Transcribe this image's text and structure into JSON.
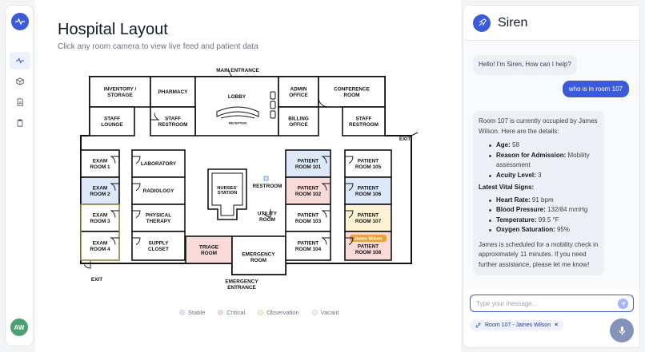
{
  "sidebar": {
    "avatar_initials": "AW",
    "items": [
      "activity-icon",
      "box-icon",
      "document-icon",
      "clipboard-icon"
    ]
  },
  "page": {
    "title": "Hospital Layout",
    "subtitle": "Click any room camera to view live feed and patient data"
  },
  "floorplan": {
    "main_entrance": "MAIN ENTRANCE",
    "emergency_entrance": [
      "EMERGENCY",
      "ENTRANCE"
    ],
    "exit_right": "EXIT",
    "exit_left": "EXIT",
    "rooms": {
      "inventory": [
        "INVENTORY /",
        "STORAGE"
      ],
      "pharmacy": "PHARMACY",
      "lobby": "LOBBY",
      "reception": "RECEPTION",
      "admin": [
        "ADMIN",
        "OFFICE"
      ],
      "conference": [
        "CONFERENCE",
        "ROOM"
      ],
      "staff_lounge": [
        "STAFF",
        "LOUNGE"
      ],
      "staff_restroom_1": [
        "STAFF",
        "RESTROOM"
      ],
      "billing": [
        "BILLING",
        "OFFICE"
      ],
      "staff_restroom_2": [
        "STAFF",
        "RESTROOM"
      ],
      "exam1": [
        "EXAM",
        "ROOM 1"
      ],
      "exam2": [
        "EXAM",
        "ROOM 2"
      ],
      "exam3": [
        "EXAM",
        "ROOM 3"
      ],
      "exam4": [
        "EXAM",
        "ROOM 4"
      ],
      "laboratory": "LABORATORY",
      "radiology": "RADIOLOGY",
      "physical_therapy": [
        "PHYSICAL",
        "THERAPY"
      ],
      "supply": [
        "SUPPLY",
        "CLOSET"
      ],
      "nurses": [
        "NURSES'",
        "STATION"
      ],
      "restroom": "RESTROOM",
      "utility": [
        "UTILITY",
        "ROOM"
      ],
      "triage": [
        "TRIAGE",
        "ROOM"
      ],
      "emergency": [
        "EMERGENCY",
        "ROOM"
      ],
      "p101": [
        "PATIENT",
        "ROOM 101"
      ],
      "p102": [
        "PATIENT",
        "ROOM 102"
      ],
      "p103": [
        "PATIENT",
        "ROOM 103"
      ],
      "p104": [
        "PATIENT",
        "ROOM 104"
      ],
      "p105": [
        "PATIENT",
        "ROOM 105"
      ],
      "p106": [
        "PATIENT",
        "ROOM 106"
      ],
      "p107": [
        "PATIENT",
        "ROOM 107"
      ],
      "p108": [
        "PATIENT",
        "ROOM 108"
      ]
    },
    "patient_tag": "James Wilson"
  },
  "legend": [
    {
      "label": "Stable",
      "color": "#dbeafe"
    },
    {
      "label": "Critical",
      "color": "#fbd5d5"
    },
    {
      "label": "Observation",
      "color": "#fef3c7"
    },
    {
      "label": "Vacant",
      "color": "#f3f4f6"
    }
  ],
  "colors": {
    "stable": "#dde8fb",
    "critical": "#fad9d9",
    "observation": "#fdf2d4",
    "accent": "#3b5bdb",
    "tag": "#e8a33d"
  },
  "chat": {
    "title": "Siren",
    "greeting": "Hello! I'm Siren, How can I help?",
    "user_message": "who is in room 107",
    "response_intro": "Room 107 is currently occupied by James Wilson. Here are the details:",
    "details": [
      {
        "label": "Age:",
        "value": "58"
      },
      {
        "label": "Reason for Admission:",
        "value": "Mobility assessment"
      },
      {
        "label": "Acuity Level:",
        "value": "3"
      }
    ],
    "vitals_heading": "Latest Vital Signs:",
    "vitals": [
      {
        "label": "Heart Rate:",
        "value": "91 bpm"
      },
      {
        "label": "Blood Pressure:",
        "value": "132/84 mmHg"
      },
      {
        "label": "Temperature:",
        "value": "99.5 °F"
      },
      {
        "label": "Oxygen Saturation:",
        "value": "95%"
      }
    ],
    "closing": "James is scheduled for a mobility check in approximately 11 minutes. If you need further assistance, please let me know!",
    "input_placeholder": "Type your message...",
    "context_chip": "Room 107 - James Wilson"
  }
}
